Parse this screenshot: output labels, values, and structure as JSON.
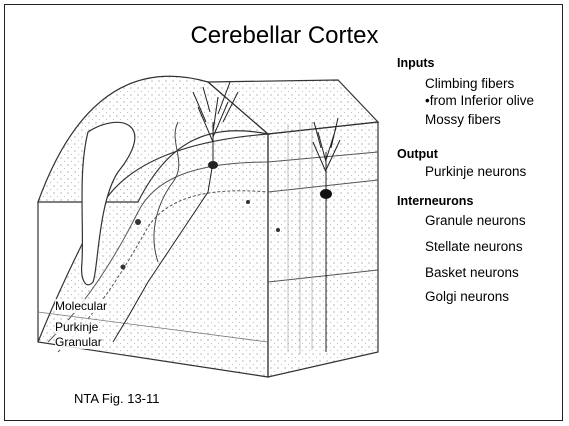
{
  "title": "Cerebellar Cortex",
  "sections": {
    "inputs": {
      "heading": "Inputs",
      "items": [
        "Climbing fibers",
        "•from Inferior olive",
        "Mossy fibers"
      ]
    },
    "output": {
      "heading": "Output",
      "items": [
        "Purkinje neurons"
      ]
    },
    "interneurons": {
      "heading": "Interneurons",
      "items": [
        "Granule neurons",
        "Stellate neurons",
        "Basket neurons",
        "Golgi neurons"
      ]
    }
  },
  "layer_labels": [
    "Molecular",
    "Purkinje",
    "Granular"
  ],
  "caption": "NTA Fig. 13-11"
}
